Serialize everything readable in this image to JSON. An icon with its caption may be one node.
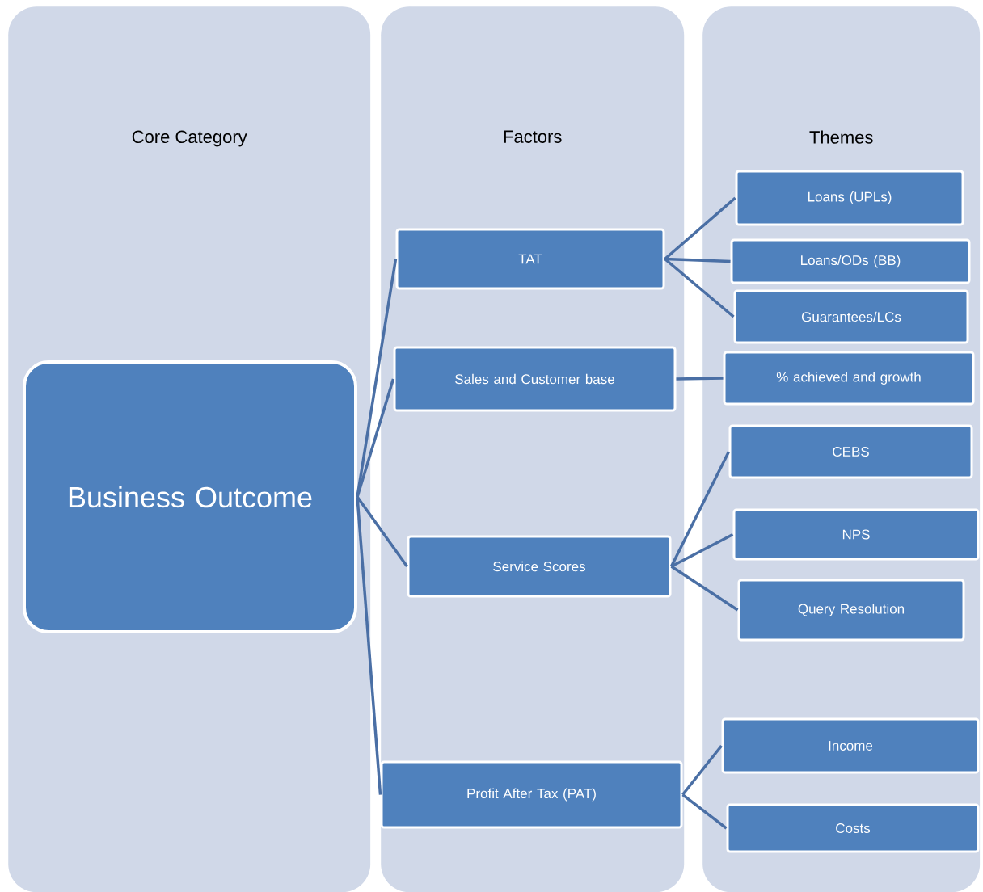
{
  "diagram": {
    "nodes": [
      {
        "text": [
          "Core Category"
        ]
      },
      {
        "text": [
          "Factors"
        ]
      },
      {
        "text": [
          "Themes"
        ]
      },
      {
        "text": [
          "Business Outcome"
        ],
        "in": 0
      },
      {
        "text": [
          "TAT"
        ],
        "in": 1
      },
      {
        "text": [
          "Sales and Customer base"
        ],
        "in": 1
      },
      {
        "text": [
          "Service Scores"
        ],
        "in": 1
      },
      {
        "text": [
          "Profit After Tax (PAT)"
        ],
        "in": 1
      },
      {
        "text": [
          "Loans (UPLs)"
        ],
        "in": 2
      },
      {
        "text": [
          "Loans/ODs (BB)"
        ],
        "in": 2
      },
      {
        "text": [
          "Guarantees/LCs"
        ],
        "in": 2
      },
      {
        "text": [
          "% achieved and growth"
        ],
        "in": 2
      },
      {
        "text": [
          "CEBS"
        ],
        "in": 2
      },
      {
        "text": [
          "NPS"
        ],
        "in": 2
      },
      {
        "text": [
          "Query Resolution"
        ],
        "in": 2
      },
      {
        "text": [
          "Income"
        ],
        "in": 2
      },
      {
        "text": [
          "Costs"
        ],
        "in": 2
      }
    ],
    "edges": [
      {
        "from": 3,
        "to": 4,
        "arrow": "none"
      },
      {
        "from": 3,
        "to": 5,
        "arrow": "none"
      },
      {
        "from": 3,
        "to": 6,
        "arrow": "none"
      },
      {
        "from": 3,
        "to": 7,
        "arrow": "none"
      },
      {
        "from": 4,
        "to": 8,
        "arrow": "none"
      },
      {
        "from": 4,
        "to": 9,
        "arrow": "none"
      },
      {
        "from": 4,
        "to": 10,
        "arrow": "none"
      },
      {
        "from": 5,
        "to": 11,
        "arrow": "none"
      },
      {
        "from": 6,
        "to": 12,
        "arrow": "none"
      },
      {
        "from": 6,
        "to": 13,
        "arrow": "none"
      },
      {
        "from": 6,
        "to": 14,
        "arrow": "none"
      },
      {
        "from": 7,
        "to": 15,
        "arrow": "none"
      },
      {
        "from": 7,
        "to": 16,
        "arrow": "none"
      }
    ]
  }
}
